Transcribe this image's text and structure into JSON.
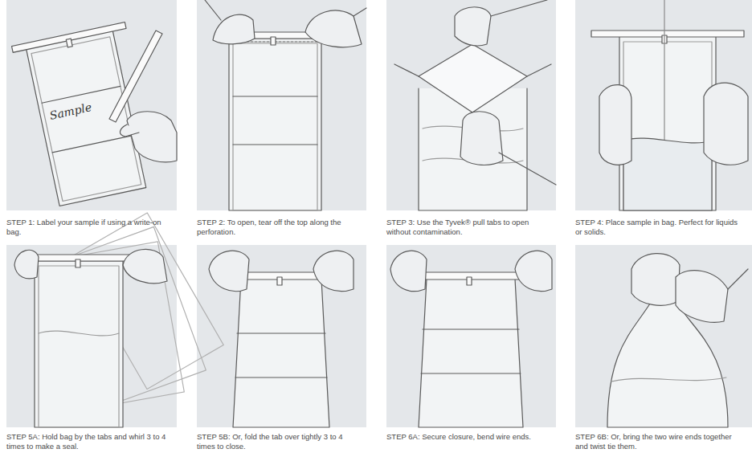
{
  "diagram": {
    "labels": [
      "Sample",
      "STEP 1: Label your sample if using a write-on bag.",
      "STEP 2: To open, tear off the top along the perforation.",
      "STEP 3: Use the Tyvek® pull tabs to open without contamination.",
      "STEP 4: Place sample in bag. Perfect for liquids or solids.",
      "STEP 5A: Hold bag by the tabs and whirl 3 to 4 times to make a seal.",
      "STEP 5B: Or, fold the tab over tightly 3 to 4 times to close.",
      "STEP 6A: Secure closure, bend wire ends.",
      "STEP 6B: Or, bring the two wire ends together and twist tie them."
    ]
  }
}
